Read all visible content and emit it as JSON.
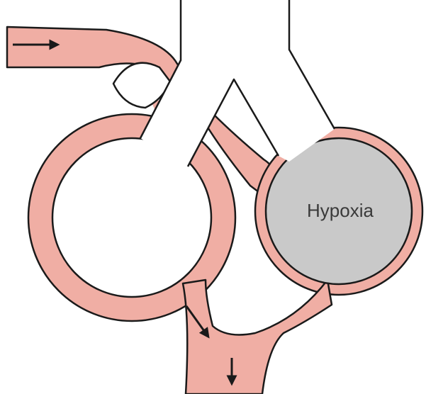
{
  "diagram": {
    "labels": {
      "hypoxia": "Hypoxia"
    },
    "colors": {
      "vessel_fill": "#f0aea4",
      "outline": "#1a1a1a",
      "hypoxic_alveolus_fill": "#c9c9c9",
      "normal_alveolus_fill": "#ffffff",
      "airway_fill": "#ffffff"
    },
    "arrows": [
      {
        "name": "inflow-arrow",
        "direction": "right"
      },
      {
        "name": "outflow-arrow-diagonal",
        "direction": "down-right"
      },
      {
        "name": "outflow-arrow-down",
        "direction": "down"
      }
    ]
  }
}
